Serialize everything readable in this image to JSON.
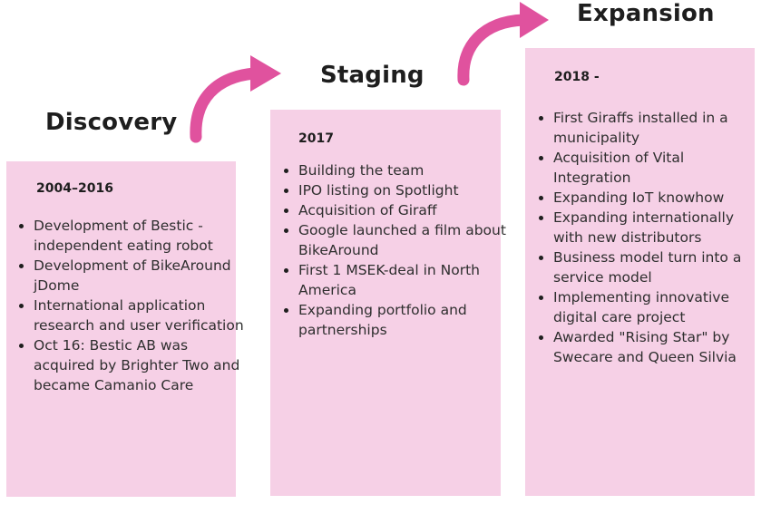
{
  "stages": [
    {
      "title": "Discovery",
      "year": "2004–2016",
      "items": [
        "Development of Bestic - independent eating robot",
        "Development of BikeAround jDome",
        "International application research and user verification",
        "Oct 16: Bestic AB was acquired by Brighter Two and became Camanio Care"
      ]
    },
    {
      "title": "Staging",
      "year": "2017",
      "items": [
        "Building the team",
        "IPO listing on Spotlight",
        "Acquisition of Giraff",
        "Google launched a film about BikeAround",
        "First 1 MSEK-deal in North America",
        "Expanding portfolio and partnerships"
      ]
    },
    {
      "title": "Expansion",
      "year": "2018 -",
      "items": [
        "First Giraffs installed in a municipality",
        "Acquisition of Vital Integration",
        "Expanding IoT knowhow",
        "Expanding internationally with new distributors",
        "Business model turn into a service model",
        "Implementing innovative digital care project",
        "Awarded \"Rising Star\" by Swecare and Queen Silvia"
      ]
    }
  ],
  "colors": {
    "panel": "#f6d0e6",
    "arrow": "#e0529e",
    "title": "#1e1e1e",
    "text": "#2e2e2e"
  }
}
